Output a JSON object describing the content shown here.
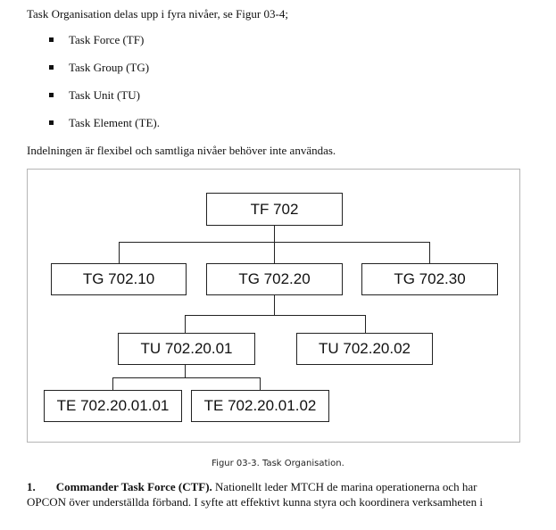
{
  "intro_text": "Task Organisation delas upp i fyra nivåer, se Figur 03-4;",
  "bullets": [
    "Task Force (TF)",
    "Task Group (TG)",
    "Task Unit (TU)",
    "Task Element (TE)."
  ],
  "after_list_text": "Indelningen är flexibel och samtliga nivåer behöver inte användas.",
  "diagram": {
    "tf": "TF 702",
    "tg": [
      "TG 702.10",
      "TG 702.20",
      "TG 702.30"
    ],
    "tu": [
      "TU 702.20.01",
      "TU 702.20.02"
    ],
    "te": [
      "TE 702.20.01.01",
      "TE 702.20.01.02"
    ]
  },
  "caption": "Figur 03-3. Task Organisation.",
  "paragraph": {
    "number": "1.",
    "title": "Commander Task Force (CTF).",
    "line1_rest": " Nationellt leder MTCH de marina operationerna och har",
    "line2": "OPCON över underställda förband. I syfte att effektivt kunna styra och koordinera verksamheten i"
  }
}
